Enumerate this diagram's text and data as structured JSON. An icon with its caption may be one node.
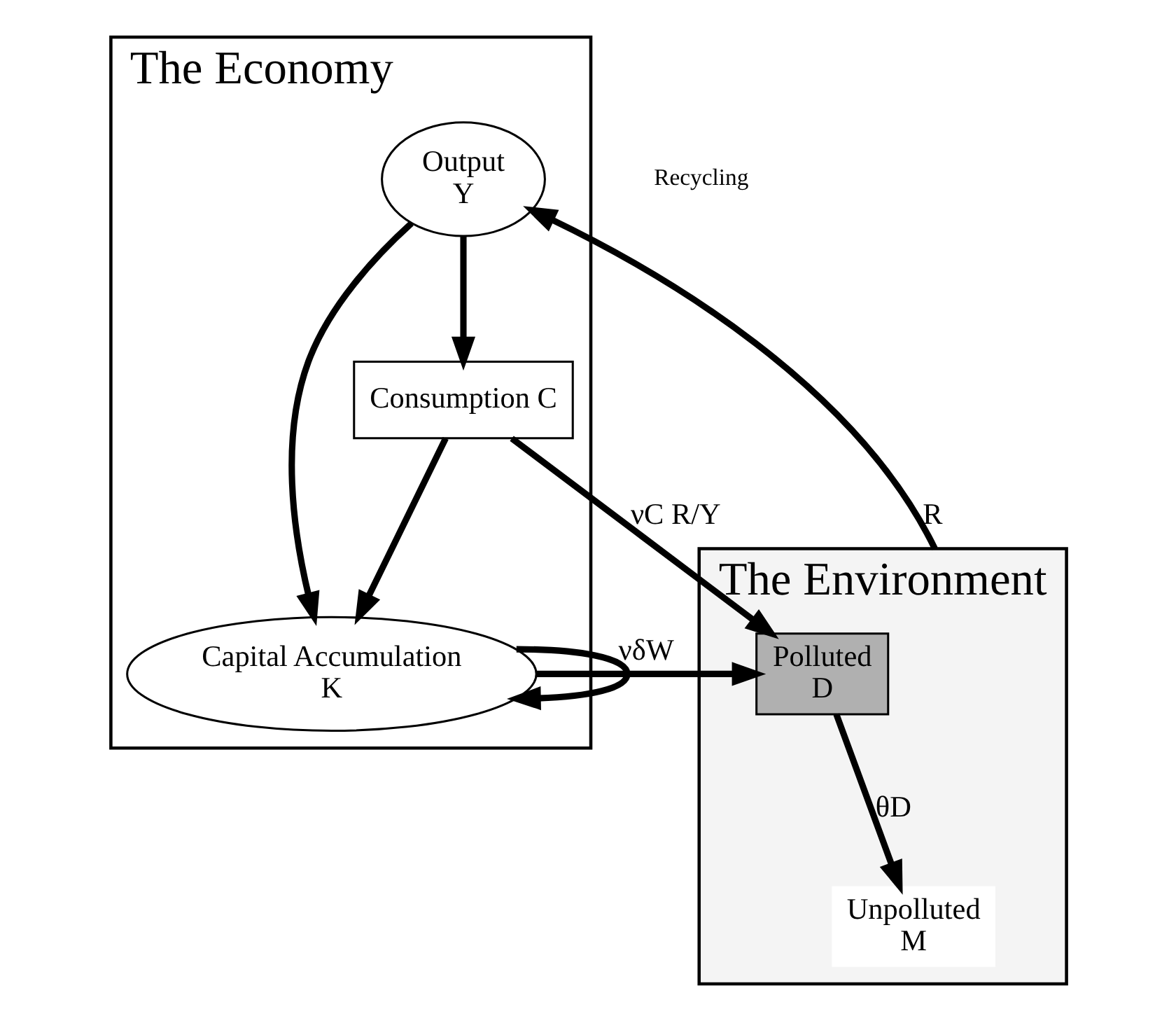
{
  "diagram": {
    "nodes": [
      {
        "text": [
          "The Economy"
        ]
      },
      {
        "text": [
          "Output",
          "Y"
        ],
        "in": 0
      },
      {
        "text": [
          "Capital Accumulation",
          "K"
        ],
        "in": 0
      },
      {
        "text": [
          "Consumption C"
        ],
        "in": 0
      },
      {
        "text": [
          "The Environment"
        ]
      },
      {
        "text": [
          "Unpolluted",
          "M"
        ],
        "in": 4
      },
      {
        "text": [
          "Polluted",
          "D"
        ],
        "in": 4
      }
    ],
    "edges": [
      {
        "from": 1,
        "to": 2,
        "arrow": "to"
      },
      {
        "from": 1,
        "to": 3,
        "arrow": "to"
      },
      {
        "from": 3,
        "to": 2,
        "arrow": "to"
      },
      {
        "from": 2,
        "to": 2,
        "arrow": "to"
      },
      {
        "from": 4,
        "to": 1,
        "label": "R",
        "arrow": "to"
      },
      {
        "from": 3,
        "to": 6,
        "label": "νC R/Y",
        "arrow": "to"
      },
      {
        "from": 2,
        "to": 6,
        "label": "νδW",
        "arrow": "to"
      },
      {
        "from": 6,
        "to": 5,
        "label": "θD",
        "arrow": "to"
      }
    ],
    "labels": [
      "Recycling"
    ]
  }
}
